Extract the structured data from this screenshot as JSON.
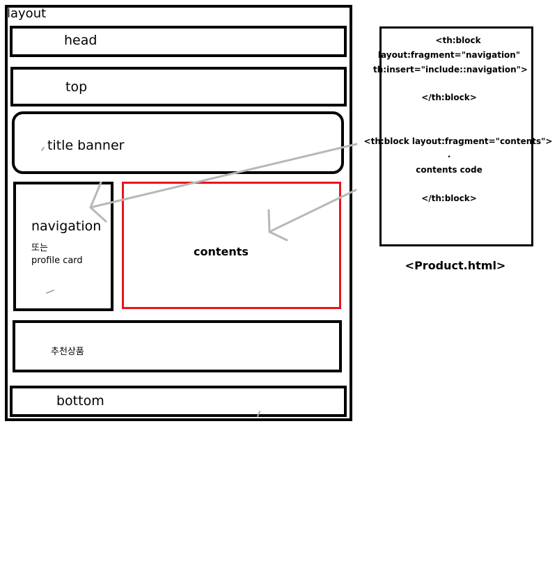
{
  "layout": {
    "label": "layout",
    "sections": {
      "head": "head",
      "top": "top",
      "title_banner": "title banner",
      "navigation": {
        "title": "navigation",
        "or_text": "또는",
        "alt": "profile card"
      },
      "contents": "contents",
      "recommended": "추천상품",
      "bottom": "bottom"
    },
    "colors": {
      "contents_border": "#e8141c",
      "arrow": "#b8b8b8"
    }
  },
  "product": {
    "code_lines": [
      "<th:block",
      "layout:fragment=\"navigation\"",
      "th:insert=\"include::navigation\">",
      "</th:block>",
      "<th:block layout:fragment=\"contents\">",
      ".",
      "contents code",
      "</th:block>"
    ],
    "caption": "<Product.html>"
  }
}
